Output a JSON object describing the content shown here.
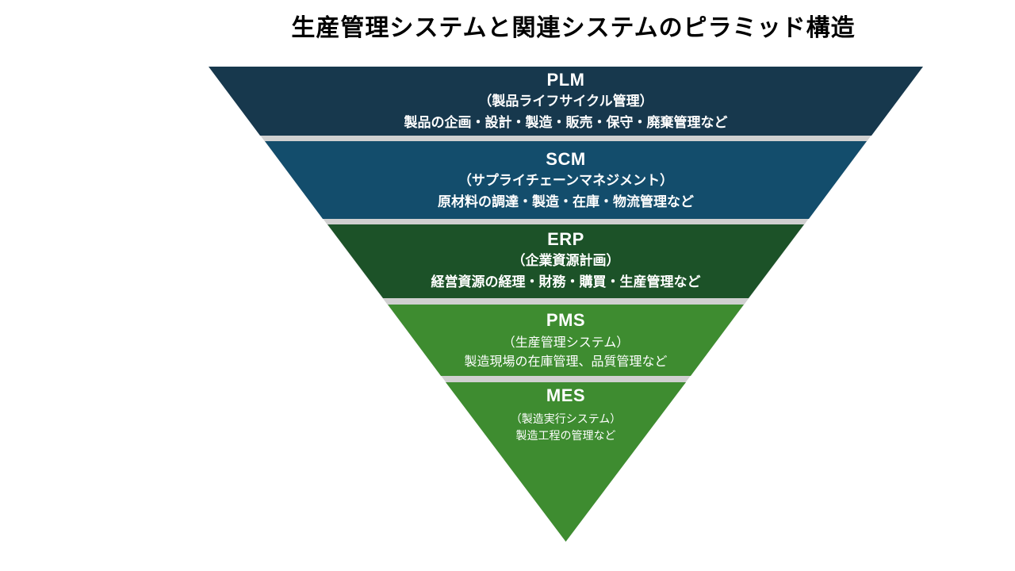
{
  "title": "生産管理システムと関連システムのピラミッド構造",
  "pyramid": {
    "background_color": "#ffffff",
    "separator_color": "#d0d0d0",
    "text_color": "#ffffff",
    "layers": [
      {
        "acronym": "PLM",
        "subtitle": "（製品ライフサイクル管理）",
        "description": "製品の企画・設計・製造・販売・保守・廃棄管理など",
        "color": "#17384d"
      },
      {
        "acronym": "SCM",
        "subtitle": "（サプライチェーンマネジメント）",
        "description": "原材料の調達・製造・在庫・物流管理など",
        "color": "#134d6c"
      },
      {
        "acronym": "ERP",
        "subtitle": "（企業資源計画）",
        "description": "経営資源の経理・財務・購買・生産管理など",
        "color": "#1c5228"
      },
      {
        "acronym": "PMS",
        "subtitle": "（生産管理システム）",
        "description": "製造現場の在庫管理、品質管理など",
        "color": "#3e8c30"
      },
      {
        "acronym": "MES",
        "subtitle": "（製造実行システム）",
        "description": "製造工程の管理など",
        "color": "#3e8c30"
      }
    ]
  }
}
